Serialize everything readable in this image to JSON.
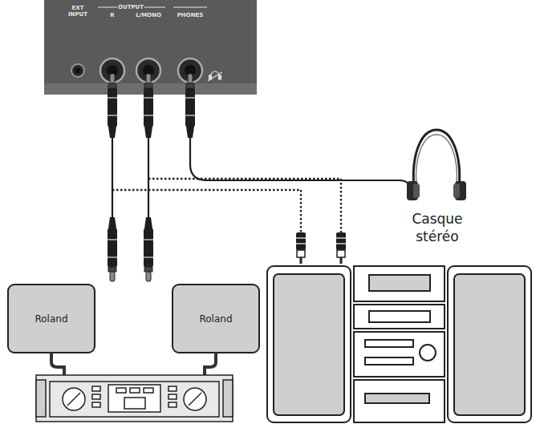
{
  "diagram": {
    "nodes": [
      {
        "text": [
          "EXT INPUT",
          "OUTPUT",
          "R",
          "L/MONO",
          "PHONES"
        ]
      },
      {
        "text": [
          "Roland"
        ]
      },
      {
        "text": [
          "Roland"
        ]
      }
    ],
    "labels": [
      "Casque stéréo"
    ]
  }
}
